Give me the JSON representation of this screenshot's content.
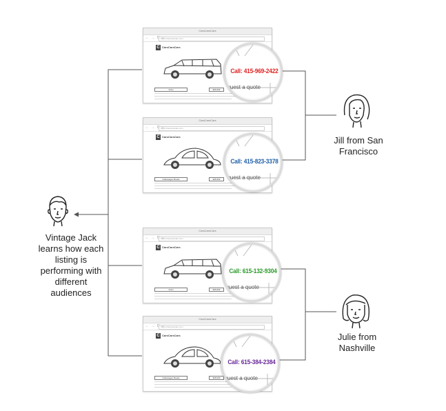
{
  "browser": {
    "window_title": "CarsCarsCars",
    "url": "https://carscarscars.com",
    "brand": "CarsCarsCars",
    "nav_icons": "← → C ⌂"
  },
  "listings": [
    {
      "model_label": "Volvo",
      "price_label": "$36,999",
      "phone": "Call: 415-969-2422",
      "phone_color": "#e02222",
      "quote": "equest a quote",
      "car": "minivan"
    },
    {
      "model_label": "Volkswagen Beetle",
      "price_label": "$28,999",
      "phone": "Call: 415-823-3378",
      "phone_color": "#1f5fa8",
      "quote": "equest a quote",
      "car": "beetle"
    },
    {
      "model_label": "Volvo",
      "price_label": "$36,999",
      "phone": "Call: 615-132-9304",
      "phone_color": "#2a9a2a",
      "quote": "equest a quote",
      "car": "minivan"
    },
    {
      "model_label": "Volkswagen Beetle",
      "price_label": "$28,999",
      "phone": "Call: 615-384-2384",
      "phone_color": "#6a2a9a",
      "quote": "equest a quote",
      "car": "beetle"
    }
  ],
  "people": {
    "seller": {
      "caption_lines": [
        "Vintage Jack",
        "learns how each",
        "listing is",
        "performing with",
        "different",
        "audiences"
      ],
      "icon": "man-face-icon"
    },
    "jill": {
      "caption_lines": [
        "Jill from San",
        "Francisco"
      ],
      "icon": "woman-face-icon"
    },
    "julie": {
      "caption_lines": [
        "Julie from",
        "Nashville"
      ],
      "icon": "woman-face-icon"
    }
  },
  "colors": {
    "connector": "#555555",
    "magnifier_ring": "#dcdcdc"
  }
}
